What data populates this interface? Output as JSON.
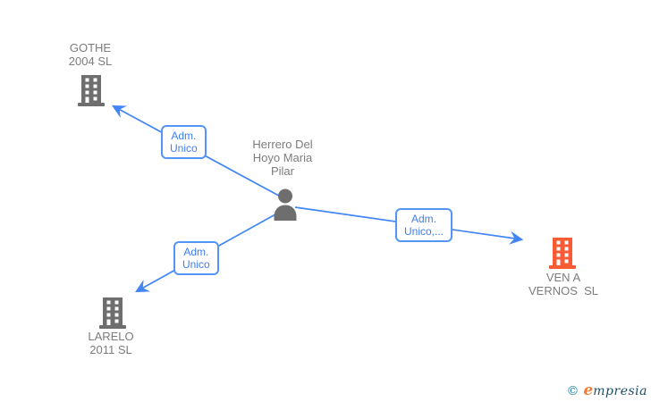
{
  "diagram": {
    "person": {
      "name_lines": [
        "Herrero Del",
        "Hoyo Maria",
        "Pilar"
      ]
    },
    "nodes": [
      {
        "id": "gothe",
        "line1": "GOTHE",
        "line2": "2004 SL"
      },
      {
        "id": "larelo",
        "line1": "LARELO",
        "line2": "2011 SL"
      },
      {
        "id": "ven-a-vernos",
        "line1": "VEN A",
        "line2": "VERNOS  SL"
      }
    ],
    "edge_labels": [
      {
        "line1": "Adm.",
        "line2": "Unico"
      },
      {
        "line1": "Adm.",
        "line2": "Unico,..."
      },
      {
        "line1": "Adm.",
        "line2": "Unico"
      }
    ]
  },
  "colors": {
    "edge_blue": "#4285f4",
    "label_border_blue": "#5394f6",
    "node_gray": "#6e6e6e",
    "node_orange": "#f95b35",
    "label_text_gray": "#7c7c7c",
    "logo_teal": "#1f8296",
    "logo_navy": "#1d4f63",
    "logo_orange": "#ef7d37"
  },
  "logo": {
    "copyright": "©",
    "brand_first": "e",
    "brand_rest": "mpresia"
  }
}
